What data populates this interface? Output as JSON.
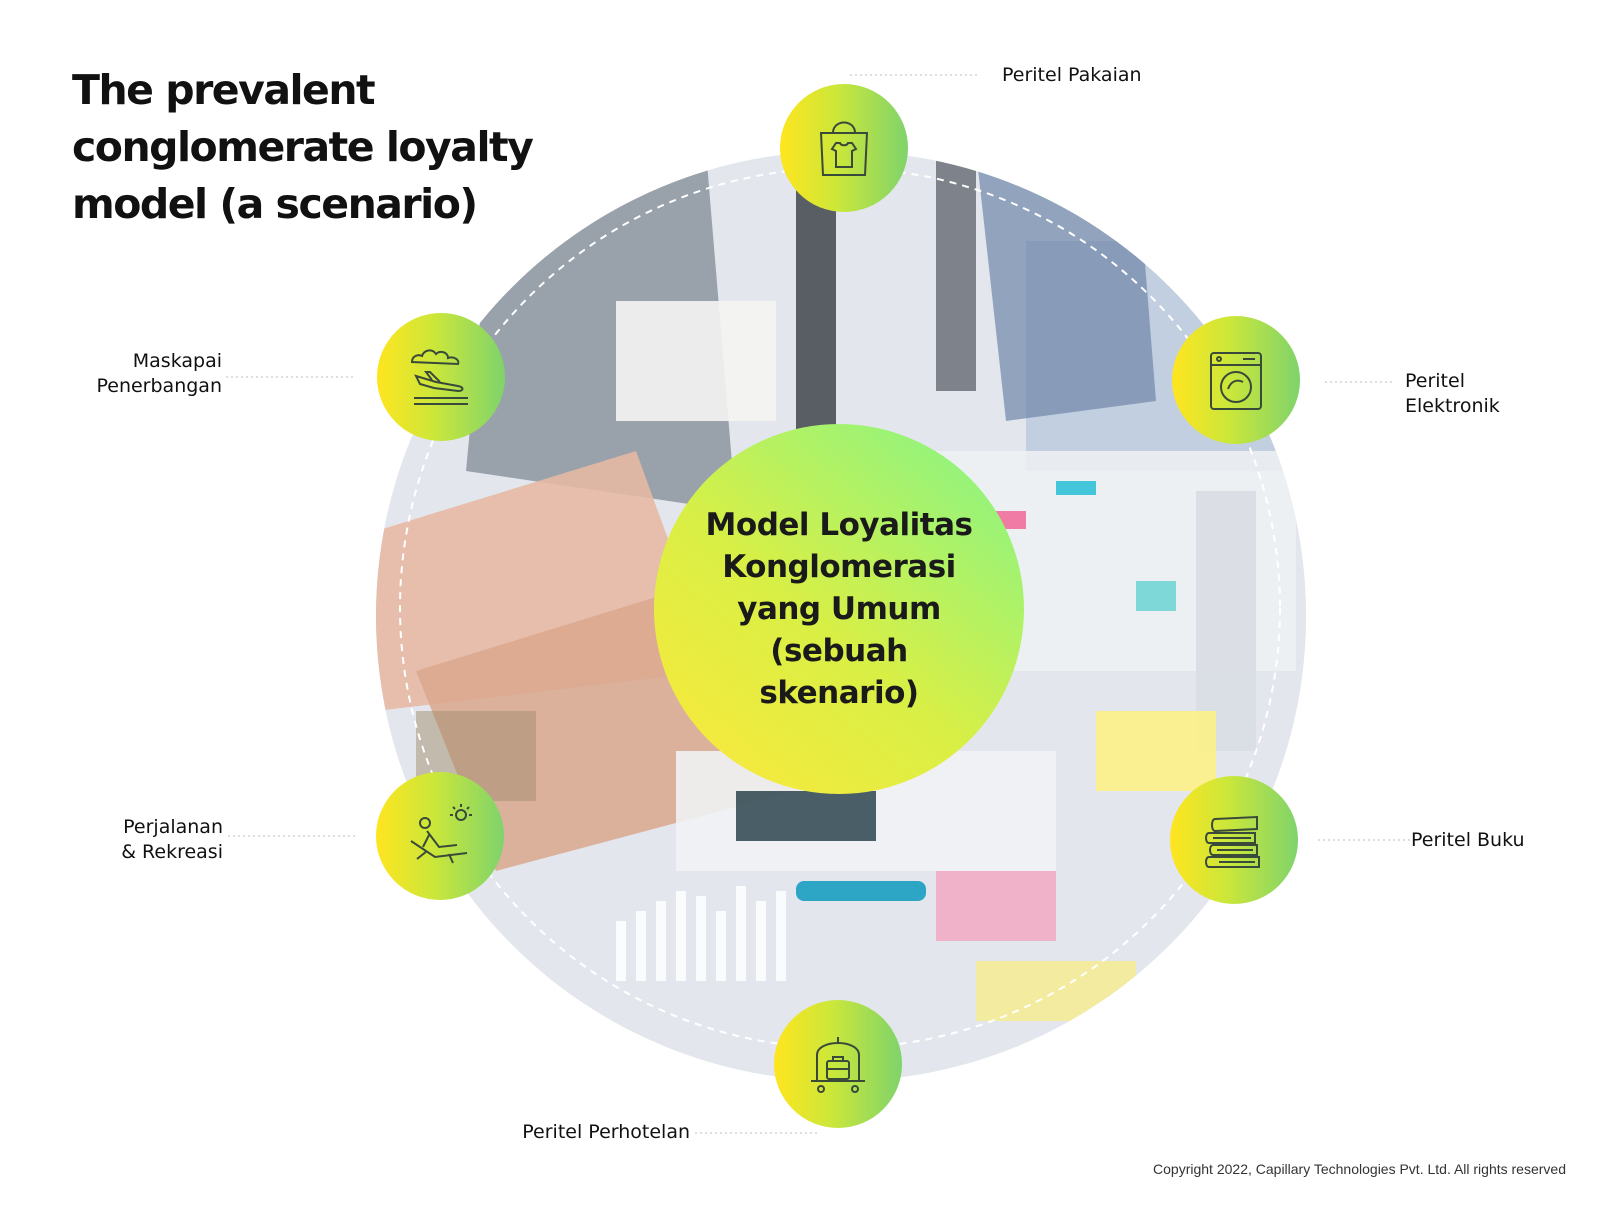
{
  "title_lines": [
    "The prevalent",
    "conglomerate loyalty",
    "model (a scenario)"
  ],
  "center_lines": [
    "Model Loyalitas",
    "Konglomerasi",
    "yang Umum",
    "(sebuah",
    "skenario)"
  ],
  "nodes": [
    {
      "icon": "clothing-bag-icon",
      "label_lines": [
        "Peritel Pakaian"
      ]
    },
    {
      "icon": "washing-machine-icon",
      "label_lines": [
        "Peritel",
        "Elektronik"
      ]
    },
    {
      "icon": "books-icon",
      "label_lines": [
        "Peritel Buku"
      ]
    },
    {
      "icon": "luggage-cart-icon",
      "label_lines": [
        "Peritel Perhotelan"
      ]
    },
    {
      "icon": "sunbed-icon",
      "label_lines": [
        "Perjalanan",
        "& Rekreasi"
      ]
    },
    {
      "icon": "airplane-landing-icon",
      "label_lines": [
        "Maskapai",
        "Penerbangan"
      ]
    }
  ],
  "copyright": "Copyright 2022, Capillary Technologies Pvt. Ltd. All rights reserved",
  "colors": {
    "node_gradient": [
      "#ffe51f",
      "#cbe73a",
      "#7fd36b"
    ],
    "hub_gradient": [
      "#ffe83a",
      "#d9ef45",
      "#7ff58c"
    ],
    "icon_stroke": "#3a4a3a",
    "connector": "#bdbdbd"
  }
}
